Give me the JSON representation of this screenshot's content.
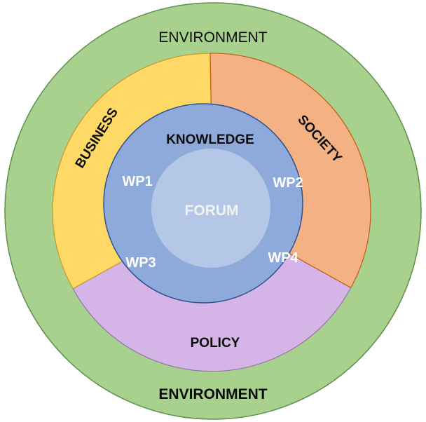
{
  "outer_ring": {
    "top_label": "ENVIRONMENT",
    "bottom_label": "ENVIRONMENT",
    "fill": "#a9d18e",
    "stroke": "#5e8f4d"
  },
  "segments": {
    "business": {
      "label": "BUSINESS",
      "fill": "#ffd966",
      "stroke": "#c39a2c"
    },
    "society": {
      "label": "SOCIETY",
      "fill": "#f4b183",
      "stroke": "#c55a11"
    },
    "policy": {
      "label": "POLICY",
      "fill": "#d5b4e8",
      "stroke": "#9673a6"
    }
  },
  "knowledge": {
    "label": "KNOWLEDGE",
    "fill": "#8eaadb",
    "stroke": "#2f4f8f",
    "work_packages": [
      "WP1",
      "WP2",
      "WP3",
      "WP4"
    ]
  },
  "forum": {
    "label": "FORUM",
    "fill": "#b4c7e7"
  },
  "colors": {
    "dark_text": "#0b0b0b",
    "light_text": "#ffffff",
    "forum_text": "#f2f2f2"
  }
}
